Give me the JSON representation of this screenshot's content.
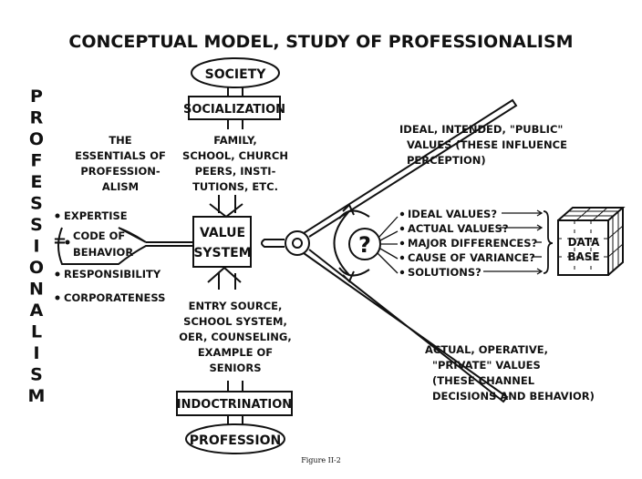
{
  "title": "CONCEPTUAL MODEL, STUDY OF PROFESSIONALISM",
  "vertical_word": [
    "P",
    "R",
    "O",
    "F",
    "E",
    "S",
    "S",
    "I",
    "O",
    "N",
    "A",
    "L",
    "I",
    "S",
    "M"
  ],
  "equals": "=",
  "society": "SOCIETY",
  "socialization": "SOCIALIZATION",
  "socialization_sources": [
    "FAMILY,",
    "SCHOOL, CHURCH",
    "PEERS, INSTI-",
    "TUTIONS, ETC."
  ],
  "essentials": [
    "THE",
    "ESSENTIALS OF",
    "PROFESSION-",
    "ALISM"
  ],
  "essentials_items": [
    "EXPERTISE",
    "CODE OF",
    "BEHAVIOR",
    "RESPONSIBILITY",
    "CORPORATENESS"
  ],
  "value_system": [
    "VALUE",
    "SYSTEM"
  ],
  "indoctrination_sources": [
    "ENTRY SOURCE,",
    "SCHOOL SYSTEM,",
    "OER, COUNSELING,",
    "EXAMPLE OF",
    "SENIORS"
  ],
  "indoctrination": "INDOCTRINATION",
  "profession": "PROFESSION",
  "ideal_values": [
    "IDEAL, INTENDED, \"PUBLIC\"",
    "VALUES (THESE INFLUENCE",
    "PERCEPTION)"
  ],
  "actual_values": [
    "ACTUAL, OPERATIVE,",
    "\"PRIVATE\" VALUES",
    "(THESE CHANNEL",
    "DECISIONS AND BEHAVIOR)"
  ],
  "question_mark": "?",
  "questions": [
    "IDEAL VALUES?",
    "ACTUAL VALUES?",
    "MAJOR DIFFERENCES?",
    "CAUSE OF VARIANCE?",
    "SOLUTIONS?"
  ],
  "database": [
    "DATA",
    "BASE"
  ],
  "caption": "Figure II-2"
}
